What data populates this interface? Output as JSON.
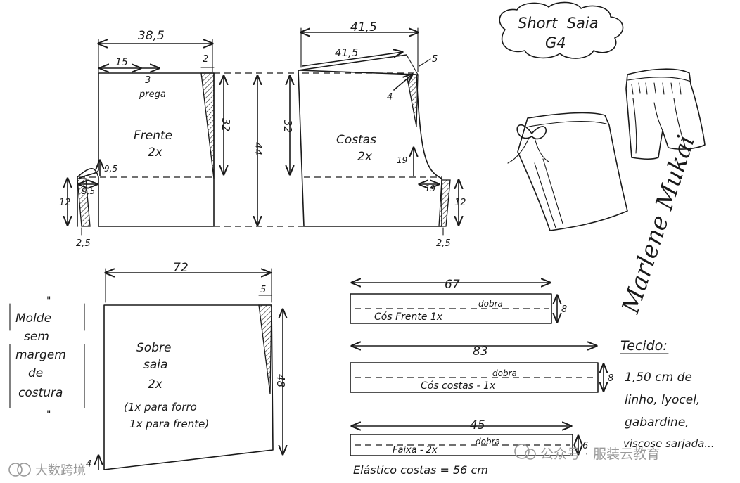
{
  "title": {
    "line1": "Short  Saia",
    "line2": "G4"
  },
  "front_piece": {
    "name": "Frente",
    "qty": "2x",
    "width_top": "38,5",
    "left_part": "15",
    "pleat_value": "3",
    "pleat_label": "prega",
    "dart_top": "2",
    "side_height": "32",
    "total_height": "44",
    "crotch_height": "9,5",
    "crotch_width": "9,5",
    "inseam_height": "12",
    "hem_offset": "2,5"
  },
  "back_piece": {
    "name": "Costas",
    "qty": "2x",
    "width_top": "41,5",
    "waist_slope": "41,5",
    "rise_top": "5",
    "dart": "4",
    "side_height": "32",
    "crotch_height": "19",
    "crotch_width": "19",
    "inseam_height": "12",
    "hem_offset": "2,5"
  },
  "overskirt": {
    "name_line1": "Sobre",
    "name_line2": "saia",
    "qty": "2x",
    "note1": "(1x para forro",
    "note2": "1x para frente)",
    "width": "72",
    "dart": "5",
    "height": "48",
    "bottom_offset": "4"
  },
  "seam_note": {
    "line1": "Molde",
    "line2": "sem",
    "line3": "margem",
    "line4": "de",
    "line5": "costura",
    "mark_top": "\"",
    "mark_bottom": "\""
  },
  "waistband_front": {
    "length": "67",
    "fold": "dobra",
    "label": "Cós Frente 1x",
    "width": "8"
  },
  "waistband_back": {
    "length": "83",
    "fold": "dobra",
    "label": "Cós costas - 1x",
    "width": "8"
  },
  "sash": {
    "length": "45",
    "fold": "dobra",
    "label": "Faixa - 2x",
    "width": "6"
  },
  "elastic": {
    "text": "Elástico costas = 56 cm"
  },
  "fabric": {
    "heading": "Tecido:",
    "line1": "1,50 cm de",
    "line2": "linho, lyocel,",
    "line3": "gabardine,",
    "line4": "viscose sarjada..."
  },
  "signature": {
    "text": "Marlene Mukai"
  },
  "watermarks": {
    "left": "大数跨境",
    "right": "公众号 · 服装云教育"
  }
}
